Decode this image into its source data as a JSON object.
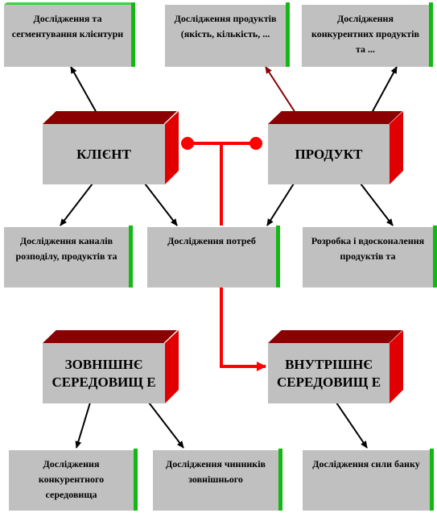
{
  "main_blocks": {
    "client": "КЛІЄНТ",
    "product": "ПРОДУКТ",
    "external": "ЗОВНІШНЄ СЕРЕДОВИЩ Е",
    "internal": "ВНУТРІШНЄ СЕРЕДОВИЩ Е"
  },
  "research_boxes": {
    "client_research": "Дослідження та сегментування клієнтури",
    "product_research": "Дослідження продуктів (якість, кількість, ...",
    "competitor_products": "Дослідження конкурентних продуктів та ...",
    "channels": "Дослідження каналів розподілу, продуктів та",
    "needs": "Дослідження потреб",
    "development": "Розробка і вдосконалення продуктів та",
    "competitive_env": "Дослідження конкурентного середовища",
    "external_factors": "Дослідження чинників зовнішнього",
    "bank_strength": "Дослідження сили банку"
  },
  "colors": {
    "box_face": "#c0c0c0",
    "green_edge": "#13b913",
    "red_side": "#e00000",
    "dark_red_top": "#8b0000",
    "connector": "#ff0000"
  }
}
